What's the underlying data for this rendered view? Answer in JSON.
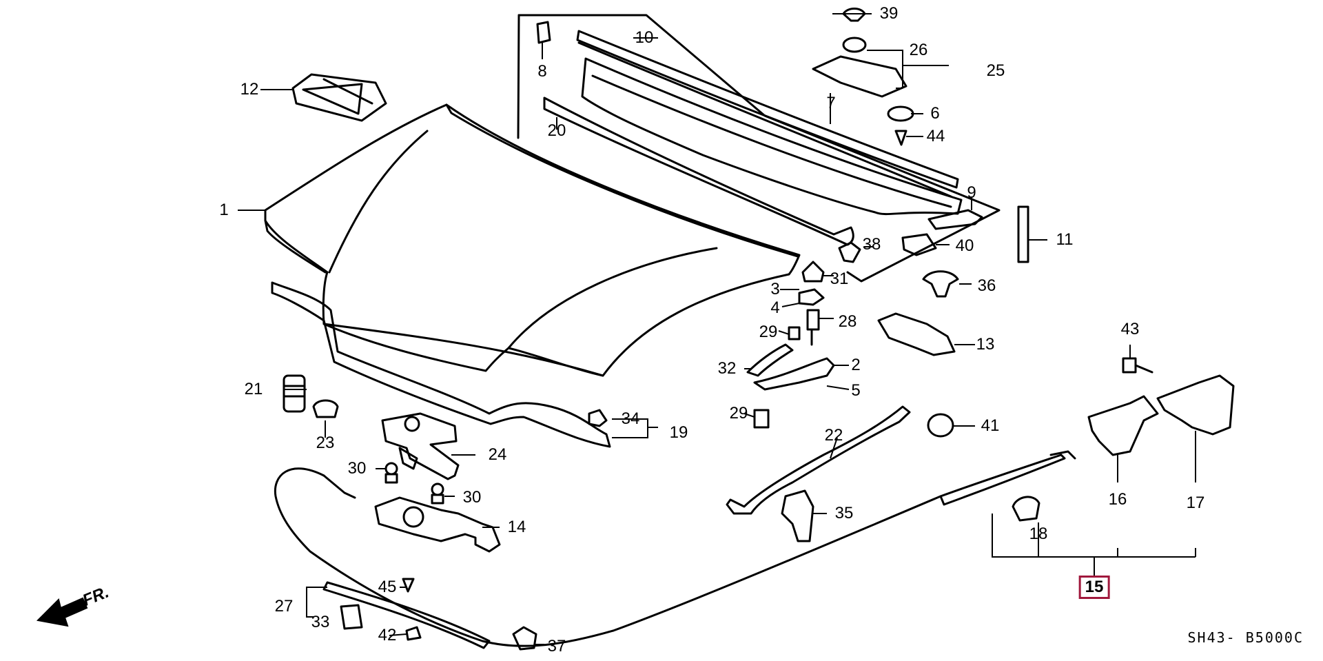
{
  "diagram": {
    "parts": [
      {
        "id": "p1",
        "label": "1"
      },
      {
        "id": "p2",
        "label": "2"
      },
      {
        "id": "p3",
        "label": "3"
      },
      {
        "id": "p4",
        "label": "4"
      },
      {
        "id": "p5",
        "label": "5"
      },
      {
        "id": "p6",
        "label": "6"
      },
      {
        "id": "p7",
        "label": "7"
      },
      {
        "id": "p8",
        "label": "8"
      },
      {
        "id": "p9",
        "label": "9"
      },
      {
        "id": "p10",
        "label": "10"
      },
      {
        "id": "p11",
        "label": "11"
      },
      {
        "id": "p12",
        "label": "12"
      },
      {
        "id": "p13",
        "label": "13"
      },
      {
        "id": "p14",
        "label": "14"
      },
      {
        "id": "p15",
        "label": "15"
      },
      {
        "id": "p16",
        "label": "16"
      },
      {
        "id": "p17",
        "label": "17"
      },
      {
        "id": "p18",
        "label": "18"
      },
      {
        "id": "p19",
        "label": "19"
      },
      {
        "id": "p20",
        "label": "20"
      },
      {
        "id": "p21",
        "label": "21"
      },
      {
        "id": "p22",
        "label": "22"
      },
      {
        "id": "p23",
        "label": "23"
      },
      {
        "id": "p24",
        "label": "24"
      },
      {
        "id": "p25",
        "label": "25"
      },
      {
        "id": "p26",
        "label": "26"
      },
      {
        "id": "p27",
        "label": "27"
      },
      {
        "id": "p28",
        "label": "28"
      },
      {
        "id": "p29a",
        "label": "29"
      },
      {
        "id": "p29b",
        "label": "29"
      },
      {
        "id": "p30a",
        "label": "30"
      },
      {
        "id": "p30b",
        "label": "30"
      },
      {
        "id": "p31",
        "label": "31"
      },
      {
        "id": "p32",
        "label": "32"
      },
      {
        "id": "p33",
        "label": "33"
      },
      {
        "id": "p34",
        "label": "34"
      },
      {
        "id": "p35",
        "label": "35"
      },
      {
        "id": "p36",
        "label": "36"
      },
      {
        "id": "p37",
        "label": "37"
      },
      {
        "id": "p38",
        "label": "38"
      },
      {
        "id": "p39",
        "label": "39"
      },
      {
        "id": "p40",
        "label": "40"
      },
      {
        "id": "p41",
        "label": "41"
      },
      {
        "id": "p42",
        "label": "42"
      },
      {
        "id": "p43",
        "label": "43"
      },
      {
        "id": "p44",
        "label": "44"
      },
      {
        "id": "p45",
        "label": "45"
      }
    ],
    "direction_label": "FR.",
    "diagram_code": "SH43- B5000C",
    "highlight_color": "#a0183c"
  }
}
